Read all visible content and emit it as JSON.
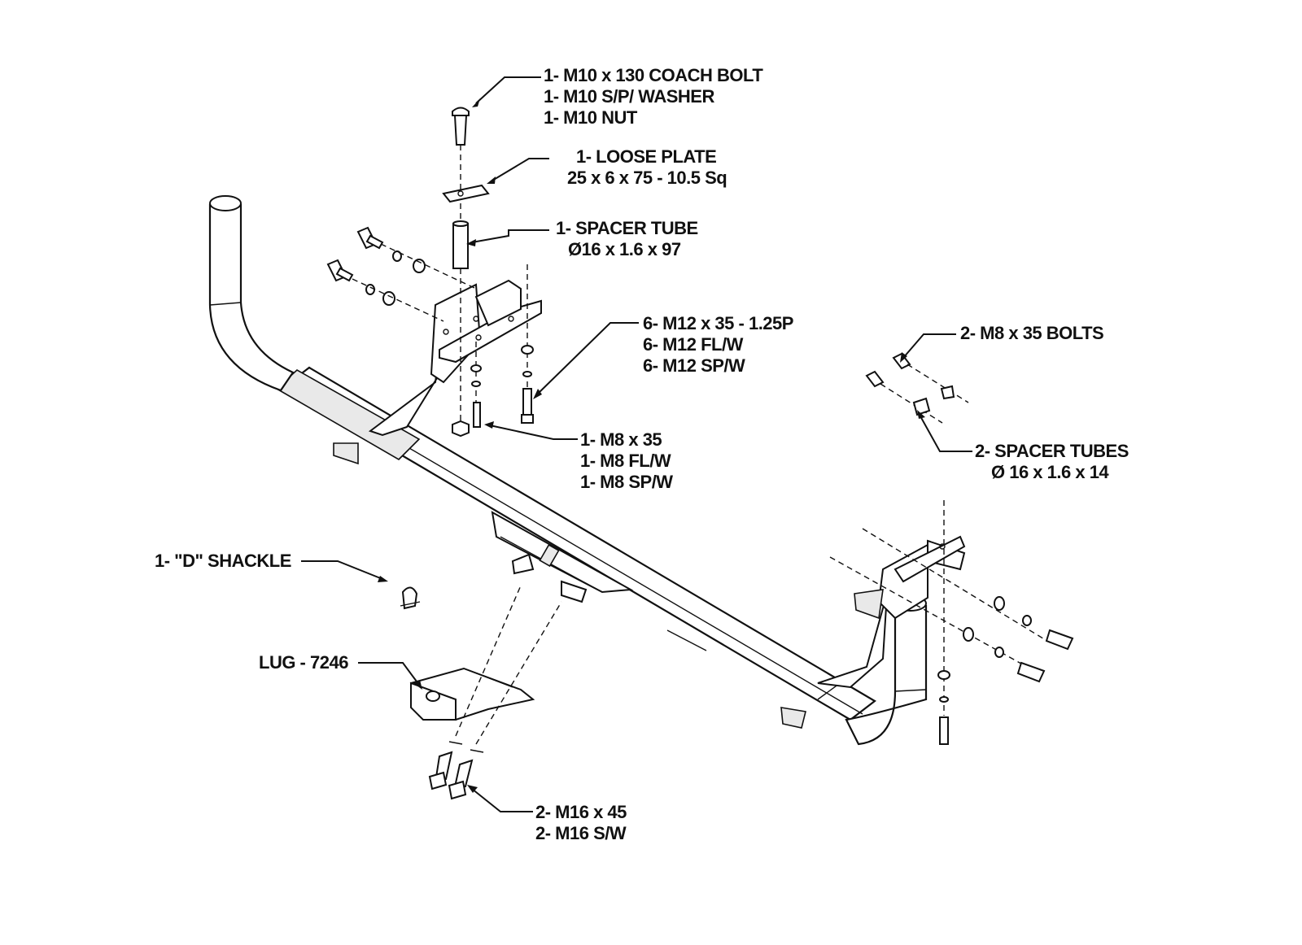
{
  "labels": {
    "coach_bolt": [
      "1- M10 x 130 COACH BOLT",
      "1- M10 S/P/ WASHER",
      "1- M10 NUT"
    ],
    "loose_plate": [
      "1- LOOSE PLATE",
      "25 x 6 x 75 - 10.5 Sq"
    ],
    "spacer_tube": [
      "1- SPACER TUBE",
      "Ø16 x 1.6 x 97"
    ],
    "m12_bolts": [
      "6- M12 x 35 - 1.25P",
      "6- M12 FL/W",
      "6- M12 SP/W"
    ],
    "m8_bolts": [
      "2- M8 x 35 BOLTS"
    ],
    "spacer_tubes": [
      "2- SPACER TUBES",
      "Ø 16 x 1.6 x 14"
    ],
    "m8_single": [
      "1- M8 x 35",
      "1- M8 FL/W",
      "1- M8 SP/W"
    ],
    "shackle": [
      "1- \"D\" SHACKLE"
    ],
    "lug": [
      "LUG - 7246"
    ],
    "m16_bolts": [
      "2- M16 x 45",
      "2- M16 S/W"
    ]
  }
}
